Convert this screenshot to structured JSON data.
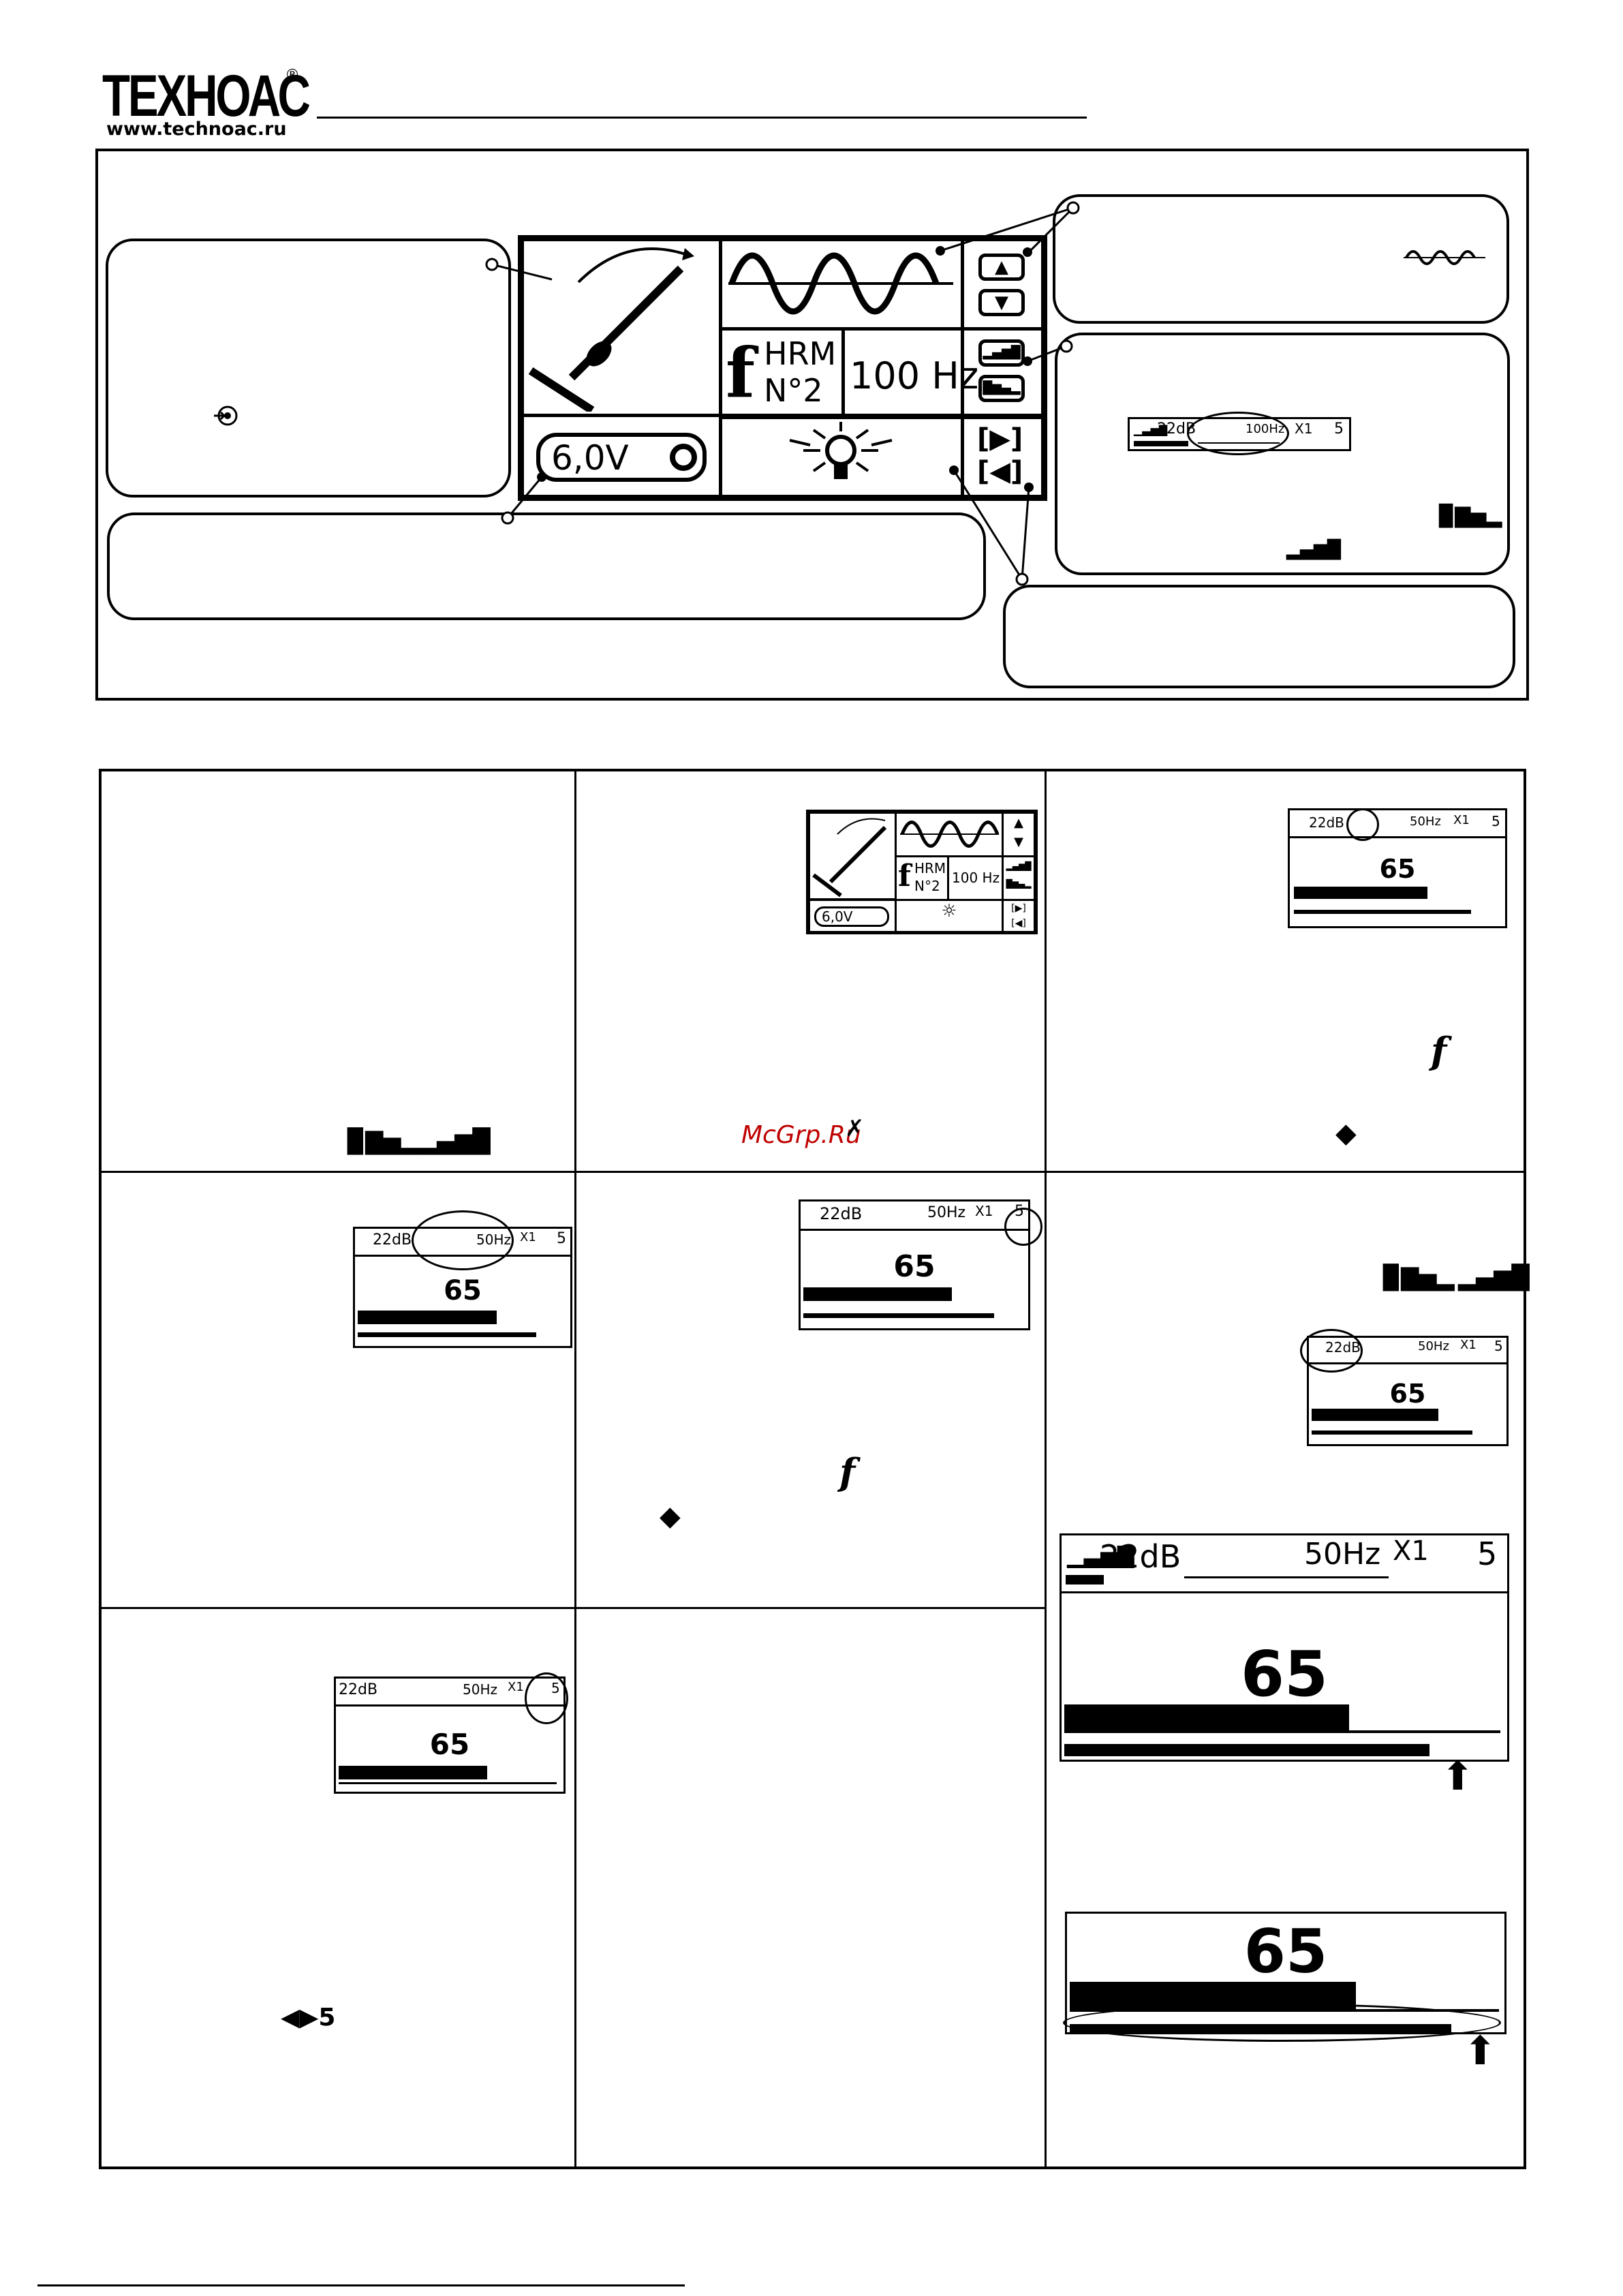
{
  "header": {
    "logo_text": "ТЕХНОАС",
    "logo_mark": "®",
    "url": "www.technoac.ru"
  },
  "diagram": {
    "lcd": {
      "mode_icon": "probe-icon",
      "wave_icon": "sine-wave-icon",
      "harmonic_f": "f",
      "harmonic_label": "HRM",
      "harmonic_number": "N°2",
      "frequency": "100 Hz",
      "battery": "6,0V",
      "light_icon": "lamp-icon"
    },
    "callout_right_2_screen": {
      "gain": "22dB",
      "freq": "100Hz",
      "mult": "X1",
      "vol": "5"
    }
  },
  "panels": {
    "p2_screen": {
      "battery": "6,0V",
      "hrm": "HRM",
      "num": "N°2",
      "freq": "100 Hz"
    },
    "p3_screen": {
      "gain": "22dB",
      "freq": "50Hz",
      "mult": "X1",
      "vol": "5",
      "value": "65"
    },
    "p4_screen": {
      "gain": "22dB",
      "freq": "50Hz",
      "mult": "X1",
      "vol": "5",
      "value": "65"
    },
    "p5_screen": {
      "gain": "22dB",
      "freq": "50Hz",
      "mult": "X1",
      "vol": "5",
      "value": "65"
    },
    "p6_small": {
      "gain": "22dB",
      "freq": "50Hz",
      "mult": "X1",
      "vol": "5",
      "value": "65"
    },
    "p6_large": {
      "gain": "22dB",
      "freq": "50Hz",
      "mult": "X1",
      "vol": "5",
      "value": "65"
    },
    "p6_bottom": {
      "value": "65"
    },
    "p7_screen": {
      "gain": "22dB",
      "freq": "50Hz",
      "mult": "X1",
      "vol": "5",
      "value": "65"
    },
    "p7_vol_icon": "5",
    "f_symbol": "f"
  },
  "watermark": "McGrp.Ru"
}
